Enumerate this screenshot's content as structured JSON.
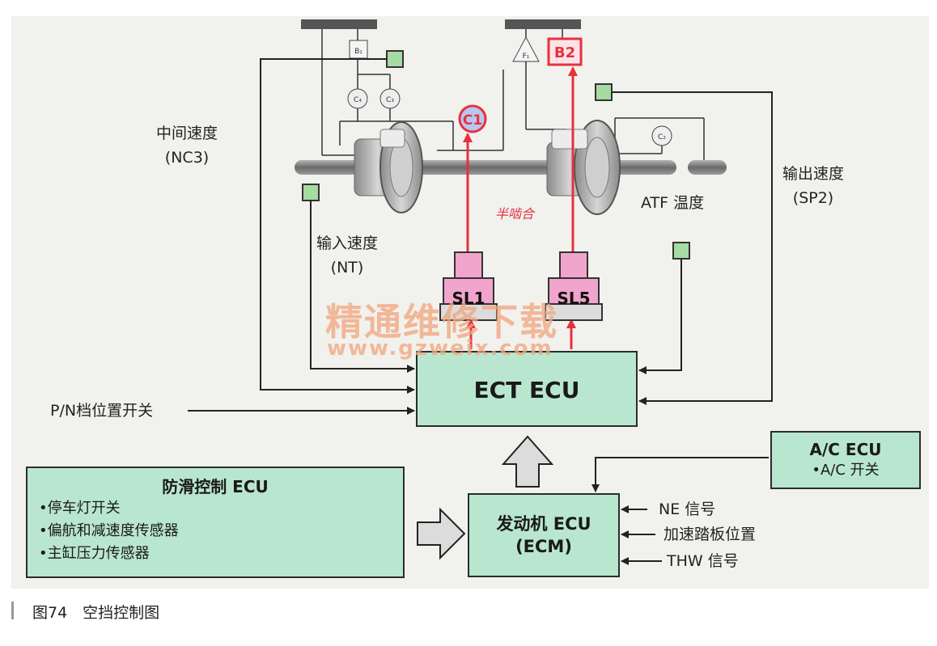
{
  "labels": {
    "nc3_name": "中间速度",
    "nc3_code": "(NC3)",
    "nt_name": "输入速度",
    "nt_code": "(NT)",
    "sp2_name": "输出速度",
    "sp2_code": "(SP2)",
    "atf_temp": "ATF 温度",
    "half_engage": "半啮合",
    "pn_switch": "P/N档位置开关",
    "ne_signal": "NE 信号",
    "accel_pedal": "加速踏板位置",
    "thw_signal": "THW 信号"
  },
  "components": {
    "c1": "C1",
    "b2": "B2",
    "sl1": "SL1",
    "sl5": "SL5",
    "b1": "B₁",
    "f1": "F₁",
    "c2": "C₂",
    "c3": "C₃",
    "c4": "C₄"
  },
  "ect_ecu": {
    "title": "ECT ECU"
  },
  "abs_ecu": {
    "title": "防滑控制 ECU",
    "items": [
      "•停车灯开关",
      "•偏航和减速度传感器",
      "•主缸压力传感器"
    ]
  },
  "engine_ecu": {
    "title": "发动机 ECU",
    "subtitle": "(ECM)"
  },
  "ac_ecu": {
    "title": "A/C ECU",
    "item": "•A/C 开关"
  },
  "watermark": {
    "cn": "精通维修下载",
    "url": "www.gzweix.com"
  },
  "caption": "图74　空挡控制图",
  "colors": {
    "box_fill": "#b9e6cf",
    "sensor": "#a6dba2",
    "solenoid_pink": "#f1a5cc",
    "hydraulic_red": "#e8313c",
    "shaft": "#7a7a7a"
  }
}
